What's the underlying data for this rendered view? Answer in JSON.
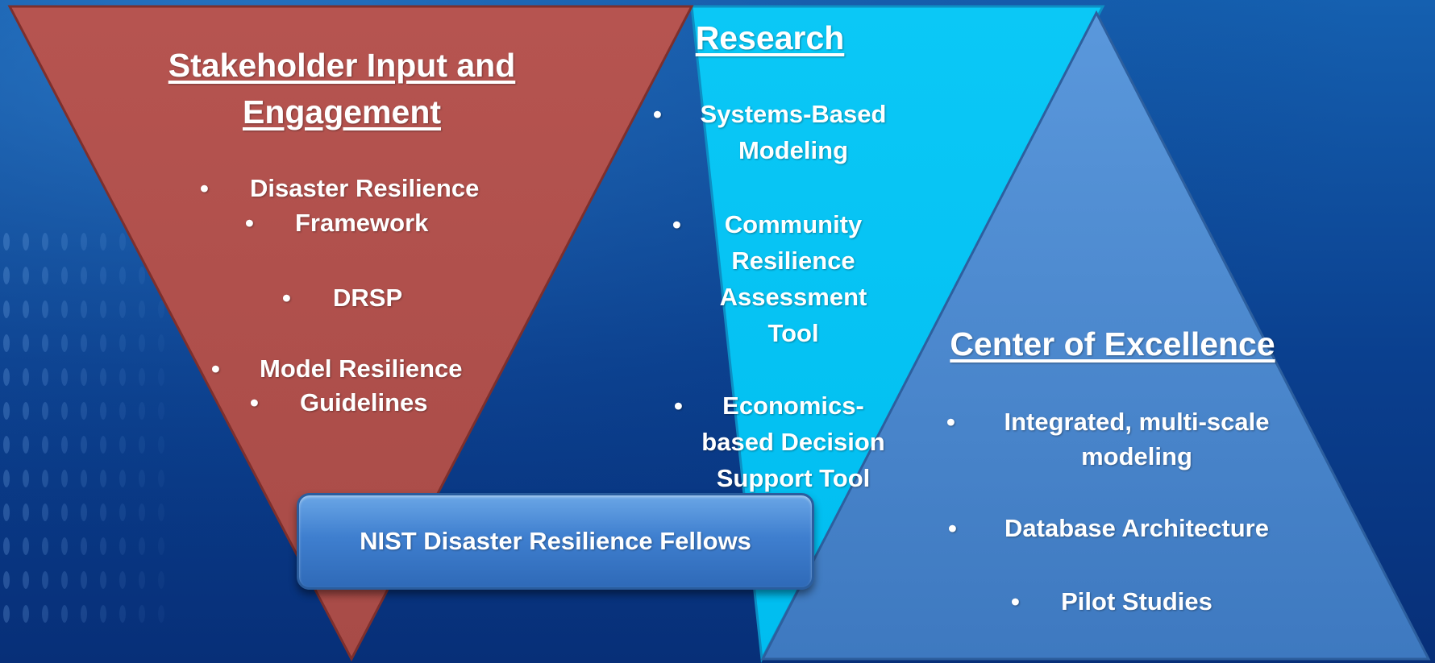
{
  "colors": {
    "stakeholder_triangle": "#b0524e",
    "research_triangle": "#03c4f4",
    "center_triangle": "#4a86cc",
    "background_top": "#1560b0",
    "background_bottom": "#072f78"
  },
  "stakeholder": {
    "heading_line1": "Stakeholder Input and",
    "heading_line2": "Engagement",
    "items": [
      {
        "bullet": "•",
        "text": "Disaster Resilience"
      },
      {
        "bullet": "•",
        "text": "Framework"
      },
      {
        "bullet": "•",
        "text": "DRSP"
      },
      {
        "bullet": "•",
        "text": "Model Resilience"
      },
      {
        "bullet": "•",
        "text": "Guidelines"
      }
    ]
  },
  "research": {
    "heading": "Research",
    "items": [
      {
        "bullet": "•",
        "lines": [
          "Systems-Based",
          "Modeling"
        ]
      },
      {
        "bullet": "•",
        "lines": [
          "Community",
          "Resilience",
          "Assessment",
          "Tool"
        ]
      },
      {
        "bullet": "•",
        "lines": [
          "Economics-",
          "based Decision",
          "Support Tool"
        ]
      }
    ]
  },
  "center": {
    "heading": "Center of Excellence",
    "items": [
      {
        "bullet": "•",
        "lines": [
          "Integrated, multi-scale",
          "modeling"
        ]
      },
      {
        "bullet": "•",
        "lines": [
          "Database Architecture"
        ]
      },
      {
        "bullet": "•",
        "lines": [
          "Pilot Studies"
        ]
      }
    ]
  },
  "fellows": {
    "label": "NIST Disaster Resilience Fellows"
  }
}
